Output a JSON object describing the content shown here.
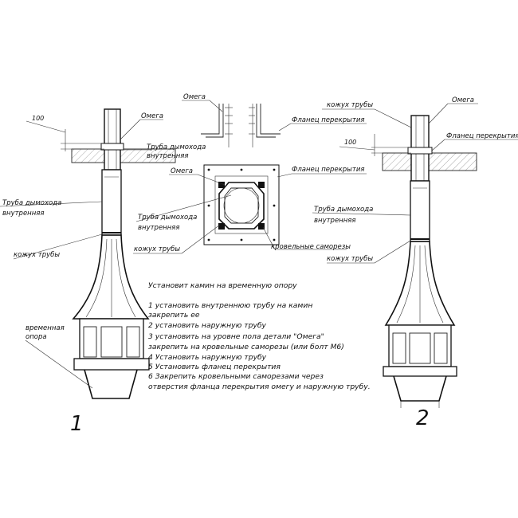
{
  "labels": {
    "left": {
      "dim_100": "100",
      "omega": "Омега",
      "flue_pipe_line1": "Труба дымохода",
      "flue_pipe_line2": "внутренняя",
      "pipe_inner_line1": "Труба дымохода",
      "pipe_inner_line2": "внутренняя",
      "pipe_casing": "кожух трубы",
      "temp_support_line1": "временная",
      "temp_support_line2": "опора",
      "figure_number": "1"
    },
    "center": {
      "omega_top": "Омега",
      "ceiling_flange_top": "Фланец перекрытия",
      "omega_plan": "Омега",
      "ceiling_flange_plan": "Фланец перекрытия",
      "flue_pipe_line1": "Труба дымохода",
      "flue_pipe_line2": "внутренняя",
      "pipe_casing": "кожух трубы",
      "roof_screws": "кровельные саморезы"
    },
    "right": {
      "pipe_casing_top": "кожух трубы",
      "omega": "Омега",
      "ceiling_flange": "Фланец перекрытия",
      "dim_100": "100",
      "flue_pipe_line1": "Труба дымохода",
      "flue_pipe_line2": "внутренняя",
      "pipe_casing": "кожух трубы",
      "figure_number": "2"
    }
  },
  "instructions": {
    "title": "Установит камин на временную опору",
    "steps": [
      "1 установить внутреннюю трубу на камин",
      "закрепить ее",
      "2 установить наружную трубу",
      "3 установить на уровне пола детали \"Омега\"",
      "закрепить на кровельные саморезы (или болт М6)",
      "4 Установить наружную трубу",
      "5 Установить фланец перекрытия",
      "6 Закрепить кровельными саморезами через",
      "отверстия фланца перекрытия омегу и наружную трубу."
    ]
  }
}
